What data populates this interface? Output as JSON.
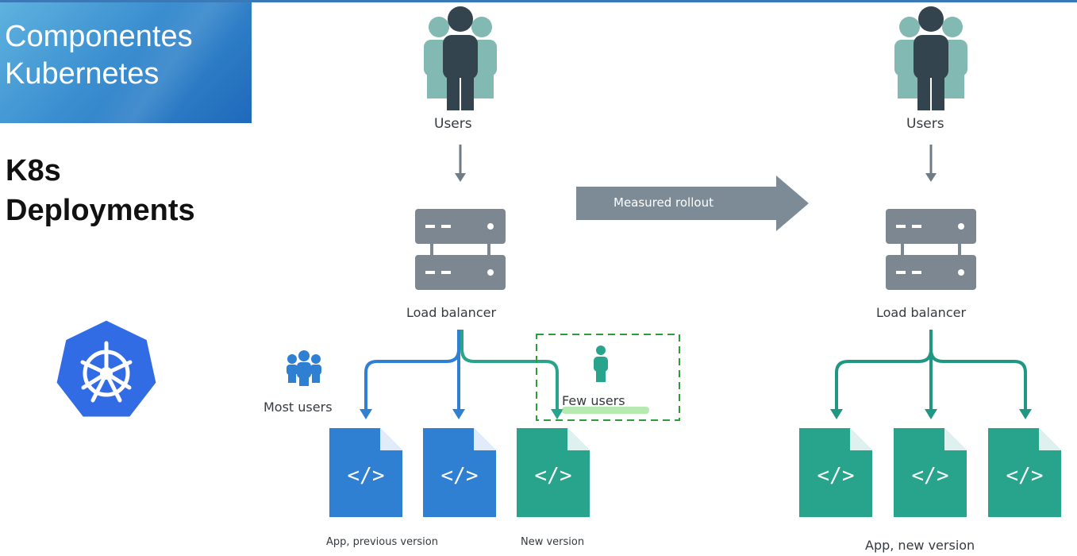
{
  "slide": {
    "title_line1": "Componentes",
    "title_line2": "Kubernetes",
    "subtitle_line1": "K8s",
    "subtitle_line2": "Deployments"
  },
  "diagram": {
    "left": {
      "users_label": "Users",
      "load_balancer_label": "Load balancer",
      "most_users_label": "Most users",
      "few_users_label": "Few users",
      "app_previous_label": "App, previous version",
      "new_version_label": "New version"
    },
    "rollout_label": "Measured rollout",
    "right": {
      "users_label": "Users",
      "load_balancer_label": "Load balancer",
      "app_new_label": "App, new version"
    },
    "code_glyph": "</>"
  },
  "colors": {
    "blue": "#2f7fd3",
    "teal": "#27a48b",
    "teal_dark": "#1f9782",
    "slate": "#7d8b96",
    "server": "#7d8791",
    "users_dark": "#34444f",
    "users_light": "#82b9b3",
    "highlight": "#8de08a",
    "dash_green": "#2e9c3a",
    "k8s_blue": "#326ce5"
  }
}
